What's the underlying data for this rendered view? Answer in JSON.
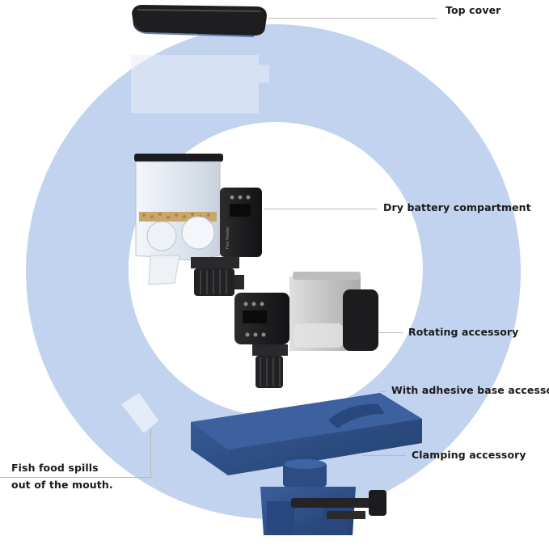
{
  "labels": {
    "top_cover": "Top cover",
    "dry_battery": "Dry battery compartment",
    "rotating": "Rotating accessory",
    "adhesive_base": "With adhesive base accessory",
    "clamping": "Clamping accessory",
    "fish_food_line1": "Fish food spills",
    "fish_food_line2": "out of the mouth."
  },
  "device_text": "Fish Feeder",
  "colors": {
    "ring": "#c2d3ef",
    "accessory_navy": "#2f4f88",
    "device_black": "#1c1c1e",
    "hopper_clear": "#e8eef6",
    "pellet": "#c9a76b",
    "leader_line": "#b9b9b9"
  }
}
